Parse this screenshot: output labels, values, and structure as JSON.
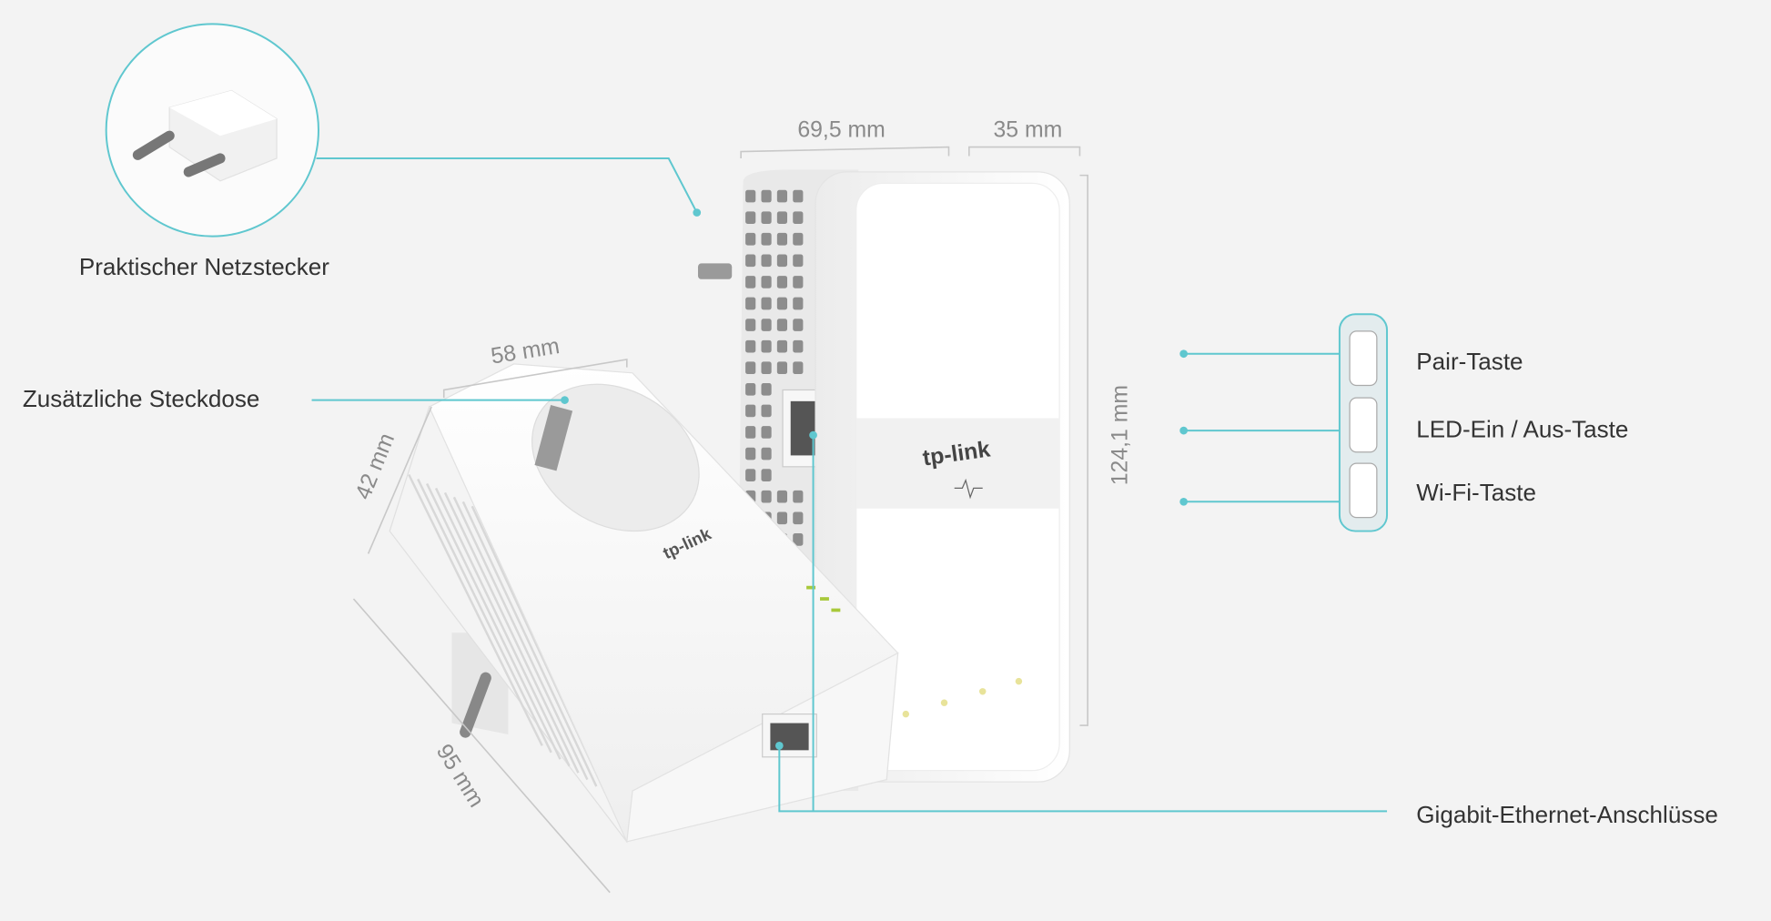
{
  "colors": {
    "background": "#f3f3f3",
    "callout_line": "#5fc7cf",
    "dimension": "#8a8a8a",
    "label": "#333333"
  },
  "callouts": {
    "plug": "Praktischer Netzstecker",
    "socket": "Zusätzliche Steckdose",
    "pair": "Pair-Taste",
    "led": "LED-Ein / Aus-Taste",
    "wifi": "Wi-Fi-Taste",
    "ethernet": "Gigabit-Ethernet-Anschlüsse"
  },
  "dimensions": {
    "width_back": "69,5 mm",
    "depth_back": "35 mm",
    "height_back": "124,1 mm",
    "width_front": "58 mm",
    "depth_front": "42 mm",
    "height_front": "95 mm"
  },
  "brand": "tp-link"
}
